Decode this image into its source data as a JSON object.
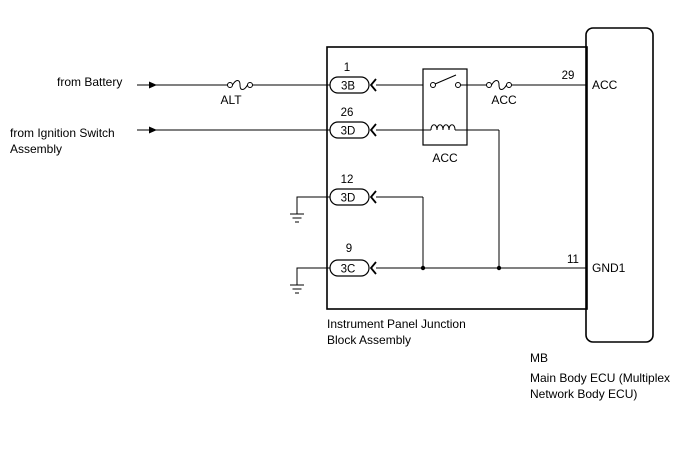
{
  "inputs": {
    "battery": "from Battery",
    "ignition_line1": "from Ignition Switch",
    "ignition_line2": "Assembly"
  },
  "fuses": {
    "alt": "ALT",
    "acc": "ACC"
  },
  "relay": {
    "label": "ACC"
  },
  "connectors": [
    {
      "pin": "1",
      "code": "3B"
    },
    {
      "pin": "26",
      "code": "3D"
    },
    {
      "pin": "12",
      "code": "3D"
    },
    {
      "pin": "9",
      "code": "3C"
    }
  ],
  "junction_block": {
    "line1": "Instrument Panel Junction",
    "line2": "Block Assembly"
  },
  "ecu": {
    "terminals": [
      {
        "pin": "29",
        "name": "ACC"
      },
      {
        "pin": "11",
        "name": "GND1"
      }
    ],
    "code": "MB",
    "name_line1": "Main Body ECU (Multiplex",
    "name_line2": "Network Body ECU)"
  }
}
